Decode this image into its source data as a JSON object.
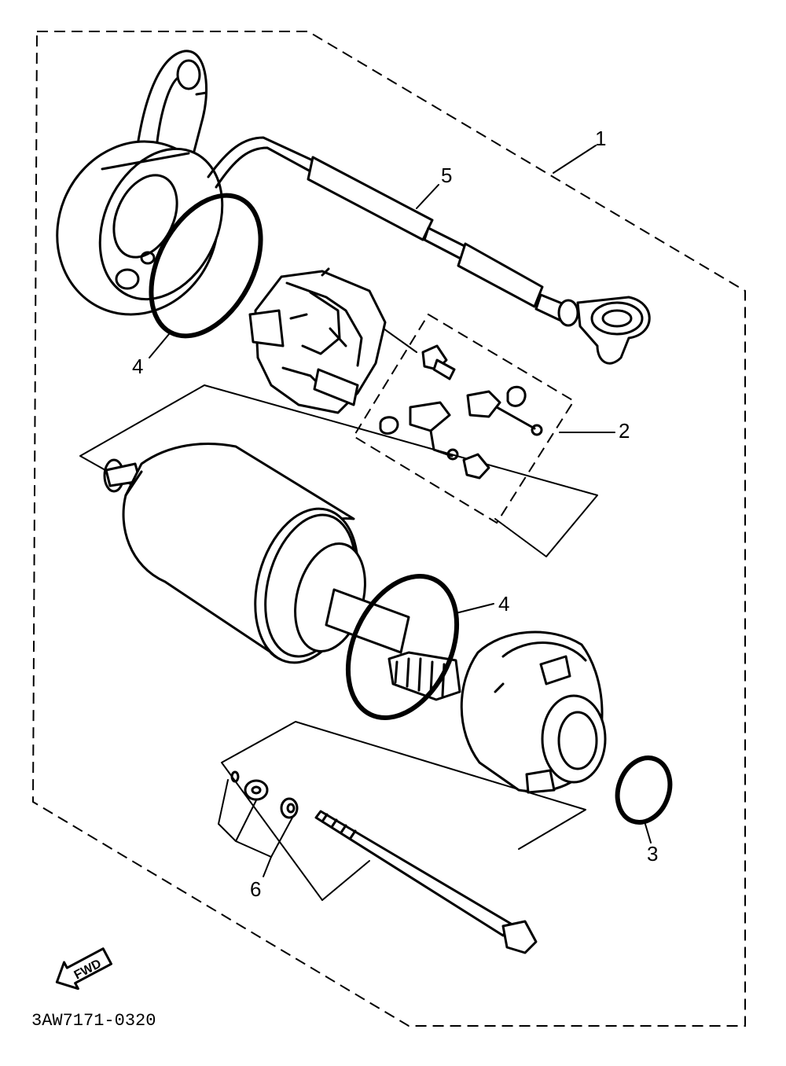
{
  "callouts": {
    "c1": "1",
    "c2": "2",
    "c3": "3",
    "c4a": "4",
    "c4b": "4",
    "c5": "5",
    "c6": "6"
  },
  "fwd_label": "FWD",
  "drawing_code": "3AW7171-0320"
}
